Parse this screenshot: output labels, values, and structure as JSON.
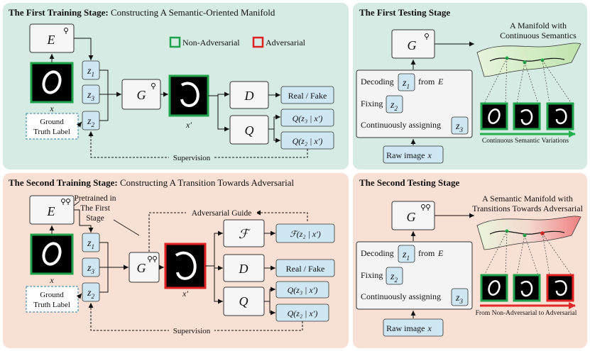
{
  "panels": {
    "train1_bold": "The First Training Stage:",
    "train1_rest": " Constructing A Semantic-Oriented Manifold",
    "test1": "The First Testing Stage",
    "train2_bold": "The Second Training Stage:",
    "train2_rest": " Constructing A Transition Towards Adversarial",
    "test2": "The Second Testing Stage"
  },
  "legend": {
    "non_adv": "Non-Adversarial",
    "adv": "Adversarial"
  },
  "symbols": {
    "E": "E",
    "G": "G",
    "D": "D",
    "Q": "Q",
    "F": "ℱ",
    "z1": "z",
    "z1_sub": "1",
    "z2": "z",
    "z2_sub": "2",
    "z3": "z",
    "z3_sub": "3",
    "x": "x",
    "xprime": "x′"
  },
  "labels": {
    "ground_truth_1": "Ground",
    "ground_truth_2": "Truth Label",
    "real_fake": "Real / Fake",
    "q_z3": "Q(z₃ | x′)",
    "q_z2": "Q(z₂ | x′)",
    "f_z2": "ℱ(z₂ | x′)",
    "supervision": "Supervision",
    "adv_guide": "Adversarial Guide",
    "pretrained_1": "Pretrained in",
    "pretrained_2": "The First",
    "pretrained_3": "Stage"
  },
  "test": {
    "decoding": "Decoding",
    "from_e": "from",
    "fixing": "Fixing",
    "cont_assign": "Continuously assigning",
    "raw_image": "Raw image",
    "manifold1_l1": "A Manifold with",
    "manifold1_l2": "Continuous Semantics",
    "variations": "Continuous Semantic Variations",
    "manifold2_l1": "A Semantic Manifold with",
    "manifold2_l2": "Transitions Towards Adversarial",
    "nonadv_to_adv": "From Non-Adversarial to Adversarial"
  },
  "colors": {
    "panel_green": "#d6ebe3",
    "panel_pink": "#f9e0d4",
    "box_blue": "#cfe6f3",
    "green": "#1fa34a",
    "red": "#e02020",
    "arrow_green": "#22b14c",
    "arrow_red": "#e02a2a"
  }
}
